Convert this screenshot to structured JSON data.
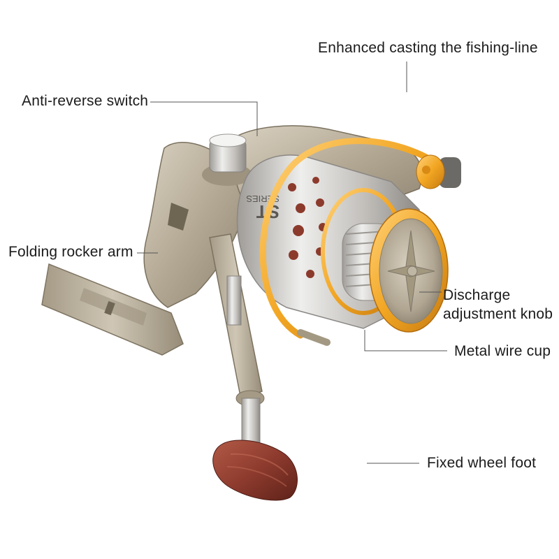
{
  "callouts": {
    "enhanced_casting": "Enhanced casting the fishing-line",
    "anti_reverse": "Anti-reverse switch",
    "folding_rocker": "Folding rocker arm",
    "discharge_knob_line1": "Discharge",
    "discharge_knob_line2": "adjustment knob",
    "metal_wire_cup": "Metal wire cup",
    "fixed_wheel_foot": "Fixed wheel foot"
  },
  "spool_text": {
    "series": "SERIES",
    "model": "ST"
  },
  "colors": {
    "background": "#ffffff",
    "body_metal": "#b8ad9a",
    "spool_chrome": "#c9c6c2",
    "accent_gold": "#f2a623",
    "handle_wood": "#8e3b2e",
    "leader_line": "#555555"
  }
}
